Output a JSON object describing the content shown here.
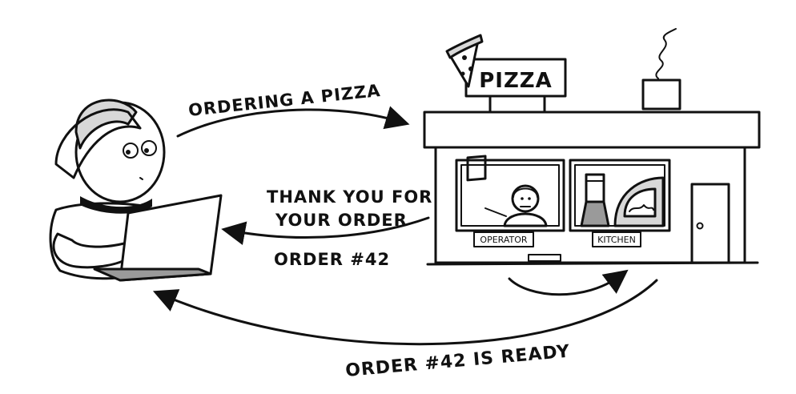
{
  "labels": {
    "ordering": "ORDERING A PIZZA",
    "thank_you_line1": "THANK YOU FOR",
    "thank_you_line2": "YOUR ORDER",
    "order_number": "ORDER #42",
    "ready": "ORDER #42 IS READY"
  },
  "shop": {
    "sign": "PIZZA",
    "operator": "OPERATOR",
    "kitchen": "KITCHEN"
  }
}
